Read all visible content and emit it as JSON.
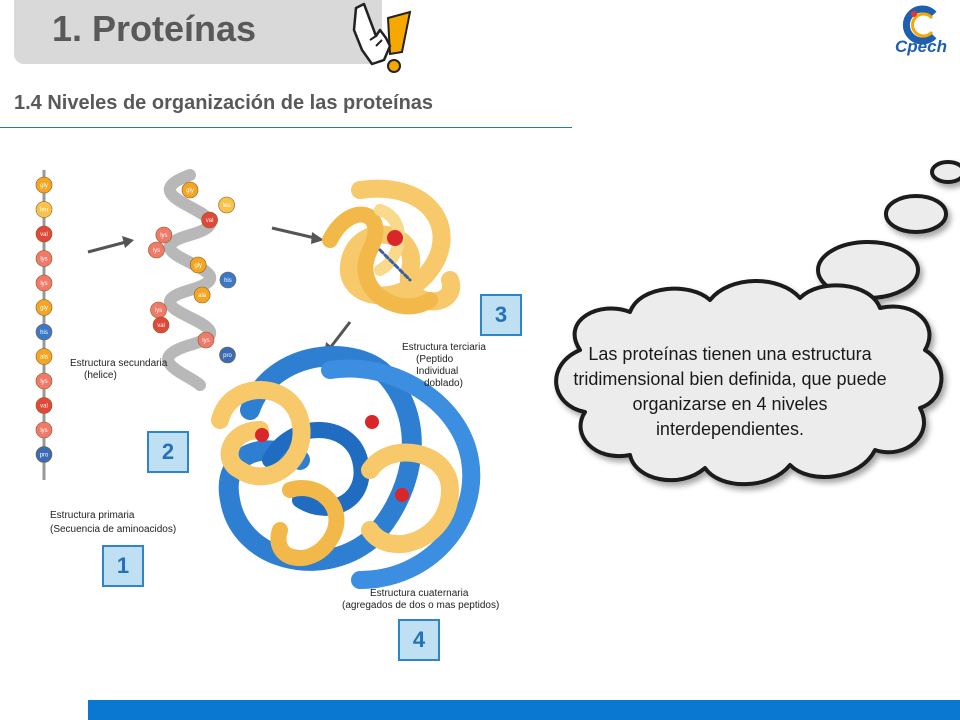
{
  "header": {
    "title": "1. Proteínas",
    "logo_text": "Cpech"
  },
  "subtitle": "1.4 Niveles de organización de las proteínas",
  "figure": {
    "primary_label_1": "Estructura primaria",
    "primary_label_2": "(Secuencia de aminoacidos)",
    "secondary_label_1": "Estructura secundaria",
    "secondary_label_2": "(helice)",
    "tertiary_label_1": "Estructura terciaria",
    "tertiary_label_2": "(Peptido",
    "tertiary_label_3": "Individual",
    "tertiary_label_4": "doblado)",
    "quaternary_label_1": "Estructura cuaternaria",
    "quaternary_label_2": "(agregados de dos o mas peptidos)",
    "primary_beads": [
      "gly",
      "leu",
      "val",
      "lys",
      "lys",
      "gly",
      "his",
      "ala",
      "lys",
      "val",
      "lys",
      "pro"
    ],
    "helix_beads": [
      "gly",
      "leu",
      "val",
      "lys",
      "lys",
      "gly",
      "his",
      "ala",
      "lys",
      "val",
      "lys",
      "pro"
    ]
  },
  "level_numbers": [
    "1",
    "2",
    "3",
    "4"
  ],
  "cloud_text": "Las proteínas tienen una estructura tridimensional bien definida, que puede organizarse en 4 niveles interdependientes.",
  "colors": {
    "accent": "#0a78d0",
    "number_box_fill": "#bfe0f3",
    "number_box_border": "#2e86c9",
    "title_box": "#d9d9d9",
    "protein_yellow": "#f7c96a",
    "protein_blue": "#2e7fd1"
  },
  "icons": [
    "hand-exclamation-icon",
    "cpech-logo"
  ]
}
